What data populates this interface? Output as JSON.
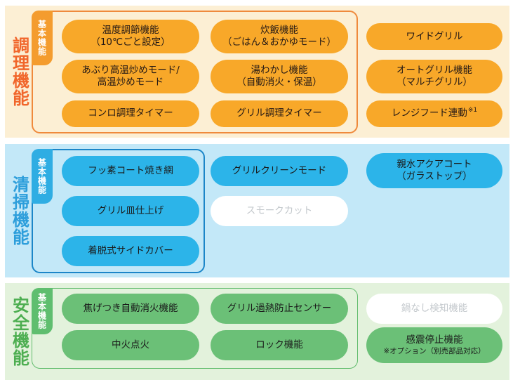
{
  "page": {
    "background": "#ffffff"
  },
  "sections": [
    {
      "name": "cooking",
      "label": "調理機能",
      "tab": "基本機能",
      "theme": {
        "strip_bg": "#fcefd4",
        "label_color": "#f1662b",
        "box_border": "#ef8a3c",
        "tab_bg": "#f49c2e",
        "pill_bg": "#f8a829",
        "pill_text": "#231815",
        "inactive_bg": "#ffffff",
        "inactive_text": "#c3c8cc"
      },
      "columns": [
        {
          "in_box": true,
          "pills": [
            {
              "lines": [
                "温度調節機能",
                "（10℃ごと設定）"
              ]
            },
            {
              "lines": [
                "あぶり高温炒めモード/",
                "高温炒めモード"
              ]
            },
            {
              "lines": [
                "コンロ調理タイマー"
              ]
            }
          ]
        },
        {
          "in_box": true,
          "pills": [
            {
              "lines": [
                "炊飯機能",
                "（ごはん＆おかゆモード）"
              ]
            },
            {
              "lines": [
                "湯わかし機能",
                "（自動消火・保温）"
              ]
            },
            {
              "lines": [
                "グリル調理タイマー"
              ]
            }
          ]
        },
        {
          "in_box": false,
          "pills": [
            {
              "lines": [
                "ワイドグリル"
              ]
            },
            {
              "lines": [
                "オートグリル機能",
                "（マルチグリル）"
              ]
            },
            {
              "lines": [
                "レンジフード連動"
              ],
              "superscript": "※1"
            }
          ]
        }
      ]
    },
    {
      "name": "cleaning",
      "label": "清掃機能",
      "tab": "基本機能",
      "theme": {
        "strip_bg": "#c3e8f8",
        "label_color": "#2d9edb",
        "box_border": "#1c86c8",
        "tab_bg": "#2fade3",
        "pill_bg": "#2cb4e9",
        "pill_text": "#1a1a1a",
        "inactive_bg": "#ffffff",
        "inactive_text": "#c3c8cc"
      },
      "columns": [
        {
          "in_box": true,
          "pills": [
            {
              "lines": [
                "フッ素コート焼き網"
              ]
            },
            {
              "lines": [
                "グリル皿仕上げ"
              ]
            },
            {
              "lines": [
                "着脱式サイドカバー"
              ]
            }
          ]
        },
        {
          "in_box": false,
          "pills": [
            {
              "lines": [
                "グリルクリーンモード"
              ]
            },
            {
              "lines": [
                "スモークカット"
              ],
              "inactive": true
            }
          ]
        },
        {
          "in_box": false,
          "pills": [
            {
              "lines": [
                "親水アクアコート",
                "（ガラストップ）"
              ]
            }
          ]
        }
      ]
    },
    {
      "name": "safety",
      "label": "安全機能",
      "tab": "基本機能",
      "theme": {
        "strip_bg": "#e3f2dc",
        "label_color": "#4dae51",
        "box_border": "#63bd6e",
        "tab_bg": "#5fbe6f",
        "pill_bg": "#6bc077",
        "pill_text": "#1a1a1a",
        "inactive_bg": "#ffffff",
        "inactive_text": "#c3c8cc"
      },
      "columns": [
        {
          "in_box": true,
          "pills": [
            {
              "lines": [
                "焦げつき自動消火機能"
              ]
            },
            {
              "lines": [
                "中火点火"
              ]
            }
          ]
        },
        {
          "in_box": true,
          "pills": [
            {
              "lines": [
                "グリル過熱防止センサー"
              ]
            },
            {
              "lines": [
                "ロック機能"
              ]
            }
          ]
        },
        {
          "in_box": false,
          "pills": [
            {
              "lines": [
                "鍋なし検知機能"
              ],
              "inactive": true
            },
            {
              "lines": [
                "感震停止機能"
              ],
              "sub": "※オプション（別売部品対応）"
            }
          ]
        }
      ]
    }
  ]
}
